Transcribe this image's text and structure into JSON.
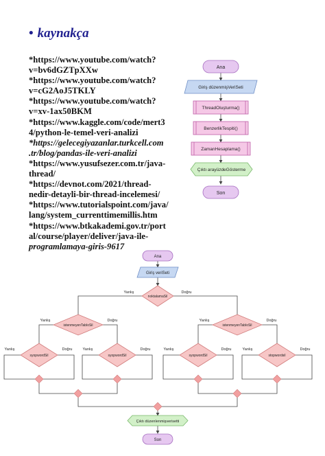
{
  "heading": {
    "bullet": "•",
    "text": "kaynakça"
  },
  "references": [
    {
      "lines": [
        "*https://www.youtube.com/watch?",
        "v=bv6dGZTpXXw"
      ]
    },
    {
      "lines": [
        "*https://www.youtube.com/watch?",
        "v=cG2AoJ5TKLY"
      ]
    },
    {
      "lines": [
        "*https://www.youtube.com/watch?",
        "v=xv-1ax50BKM"
      ]
    },
    {
      "lines": [
        "*https://www.kaggle.com/code/mert3",
        "4/python-le-temel-veri-analizi"
      ]
    },
    {
      "lines": [
        "*https://gelecegiyazanlar.turkcell.com",
        ".tr/blog/pandas-ile-veri-analizi"
      ]
    },
    {
      "lines": [
        "*https://www.yusufsezer.com.tr/java-",
        "thread/"
      ]
    },
    {
      "lines": [
        "*https://devnot.com/2021/thread-",
        "nedir-detayli-bir-thread-incelemesi/"
      ]
    },
    {
      "lines": [
        "*https://www.tutorialspoint.com/java/",
        "lang/system_currenttimemillis.htm"
      ]
    },
    {
      "lines": [
        "*https://www.btkakademi.gov.tr/port",
        "al/course/player/deliver/java-ile-",
        "programlamaya-giris-9617"
      ]
    }
  ],
  "flow1": {
    "start": "Ana",
    "input": "Giriş düzenmişVeriSeti",
    "process1": "ThreadOluşturma()",
    "process2": "BenzerlikTespiti()",
    "process3": "ZamanHesaplama()",
    "output": "Çıktı arayüzdeGösterme",
    "end": "Son"
  },
  "flow2": {
    "start": "Ana",
    "input": "Giriş veriSeti",
    "decision_main": "noktalamaSil",
    "decision_left": "istenmeyenTabloSil",
    "decision_right": "istenmeyenTabloSil",
    "leaf1": "syopwordSil",
    "leaf2": "syopwordSil",
    "leaf3": "syopwordSil",
    "leaf4": "stopwordsil",
    "yes": "Yanlış",
    "no": "Doğru",
    "output": "Çıktı düzenlenmişverisetti",
    "end": "Son"
  },
  "colors": {
    "terminal_fill": "#e6c8f0",
    "terminal_stroke": "#a56cc0",
    "io_fill": "#c6d8f2",
    "io_stroke": "#6f8fc6",
    "process_fill": "#f5c8e6",
    "process_stroke": "#bf5fa8",
    "decision_fill": "#f7c6c6",
    "decision_stroke": "#d07a7a",
    "output_fill": "#d2f0c8",
    "output_stroke": "#78b86a",
    "connector": "#f2a0a0"
  }
}
